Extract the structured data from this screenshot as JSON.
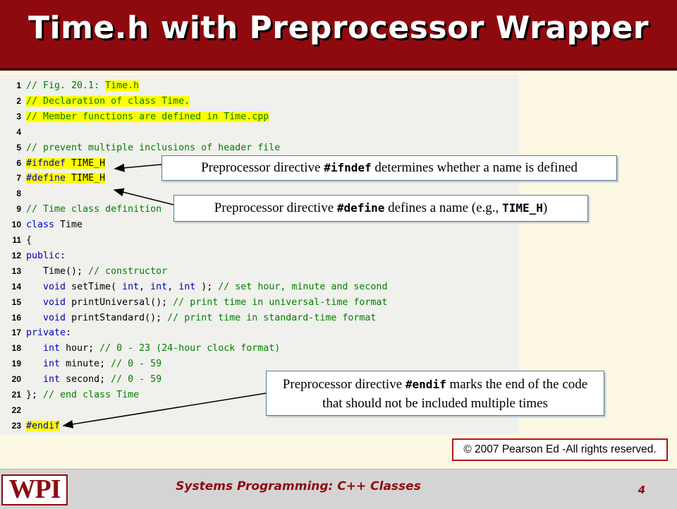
{
  "slide": {
    "title": "Time.h with Preprocessor Wrapper",
    "copyright": "© 2007 Pearson Ed -All rights reserved.",
    "footer_course": "Systems Programming:  C++ Classes",
    "page_number": "4",
    "logo_text": "WPI"
  },
  "code": [
    {
      "n": "1",
      "segs": [
        {
          "t": "// Fig. 20.1: ",
          "c": "cm"
        },
        {
          "t": "Time.h",
          "c": "cm hl"
        }
      ]
    },
    {
      "n": "2",
      "segs": [
        {
          "t": "// Declaration of class Time.",
          "c": "cm hl"
        }
      ]
    },
    {
      "n": "3",
      "segs": [
        {
          "t": "// Member functions are defined in Time.cpp",
          "c": "cm hl"
        }
      ]
    },
    {
      "n": "4",
      "segs": []
    },
    {
      "n": "5",
      "segs": [
        {
          "t": "// prevent multiple inclusions of header file",
          "c": "cm"
        }
      ]
    },
    {
      "n": "6",
      "segs": [
        {
          "t": "#ifndef",
          "c": "pp hl"
        },
        {
          "t": " TIME_H",
          "c": "hl"
        }
      ]
    },
    {
      "n": "7",
      "segs": [
        {
          "t": "#define",
          "c": "pp hl"
        },
        {
          "t": " TIME_H",
          "c": "hl"
        }
      ]
    },
    {
      "n": "8",
      "segs": []
    },
    {
      "n": "9",
      "segs": [
        {
          "t": "// Time class definition",
          "c": "cm"
        }
      ]
    },
    {
      "n": "10",
      "segs": [
        {
          "t": "class",
          "c": "kw"
        },
        {
          "t": " Time",
          "c": ""
        }
      ]
    },
    {
      "n": "11",
      "segs": [
        {
          "t": "{",
          "c": ""
        }
      ]
    },
    {
      "n": "12",
      "segs": [
        {
          "t": "public",
          "c": "kw"
        },
        {
          "t": ":",
          "c": ""
        }
      ]
    },
    {
      "n": "13",
      "segs": [
        {
          "t": "   Time(); ",
          "c": ""
        },
        {
          "t": "// constructor",
          "c": "cm"
        }
      ]
    },
    {
      "n": "14",
      "segs": [
        {
          "t": "   ",
          "c": ""
        },
        {
          "t": "void",
          "c": "kw"
        },
        {
          "t": " setTime( ",
          "c": ""
        },
        {
          "t": "int",
          "c": "kw"
        },
        {
          "t": ", ",
          "c": ""
        },
        {
          "t": "int",
          "c": "kw"
        },
        {
          "t": ", ",
          "c": ""
        },
        {
          "t": "int",
          "c": "kw"
        },
        {
          "t": " ); ",
          "c": ""
        },
        {
          "t": "// set hour, minute and second",
          "c": "cm"
        }
      ]
    },
    {
      "n": "15",
      "segs": [
        {
          "t": "   ",
          "c": ""
        },
        {
          "t": "void",
          "c": "kw"
        },
        {
          "t": " printUniversal(); ",
          "c": ""
        },
        {
          "t": "// print time in universal-time format",
          "c": "cm"
        }
      ]
    },
    {
      "n": "16",
      "segs": [
        {
          "t": "   ",
          "c": ""
        },
        {
          "t": "void",
          "c": "kw"
        },
        {
          "t": " printStandard(); ",
          "c": ""
        },
        {
          "t": "// print time in standard-time format",
          "c": "cm"
        }
      ]
    },
    {
      "n": "17",
      "segs": [
        {
          "t": "private",
          "c": "kw"
        },
        {
          "t": ":",
          "c": ""
        }
      ]
    },
    {
      "n": "18",
      "segs": [
        {
          "t": "   ",
          "c": ""
        },
        {
          "t": "int",
          "c": "kw"
        },
        {
          "t": " hour; ",
          "c": ""
        },
        {
          "t": "// 0 - 23 (24-hour clock format)",
          "c": "cm"
        }
      ]
    },
    {
      "n": "19",
      "segs": [
        {
          "t": "   ",
          "c": ""
        },
        {
          "t": "int",
          "c": "kw"
        },
        {
          "t": " minute; ",
          "c": ""
        },
        {
          "t": "// 0 - 59",
          "c": "cm"
        }
      ]
    },
    {
      "n": "20",
      "segs": [
        {
          "t": "   ",
          "c": ""
        },
        {
          "t": "int",
          "c": "kw"
        },
        {
          "t": " second; ",
          "c": ""
        },
        {
          "t": "// 0 - 59",
          "c": "cm"
        }
      ]
    },
    {
      "n": "21",
      "segs": [
        {
          "t": "}; ",
          "c": ""
        },
        {
          "t": "// end class Time",
          "c": "cm"
        }
      ]
    },
    {
      "n": "22",
      "segs": []
    },
    {
      "n": "23",
      "segs": [
        {
          "t": "#endif",
          "c": "pp hl"
        }
      ]
    }
  ],
  "callouts": {
    "ifndef": {
      "pre": "Preprocessor directive ",
      "code": "#ifndef",
      "post": " determines whether a name is defined"
    },
    "define": {
      "pre": "Preprocessor directive ",
      "code": "#define",
      "mid": " defines a name (e.g., ",
      "code2": "TIME_H",
      "post": ")"
    },
    "endif": {
      "pre": "Preprocessor directive ",
      "code": "#endif",
      "post": " marks the end of the code that should not be included multiple times"
    }
  },
  "colors": {
    "title_bar": "#8f0a0f",
    "comment": "#008000",
    "keyword": "#0000c0",
    "highlight": "#ffff00"
  }
}
